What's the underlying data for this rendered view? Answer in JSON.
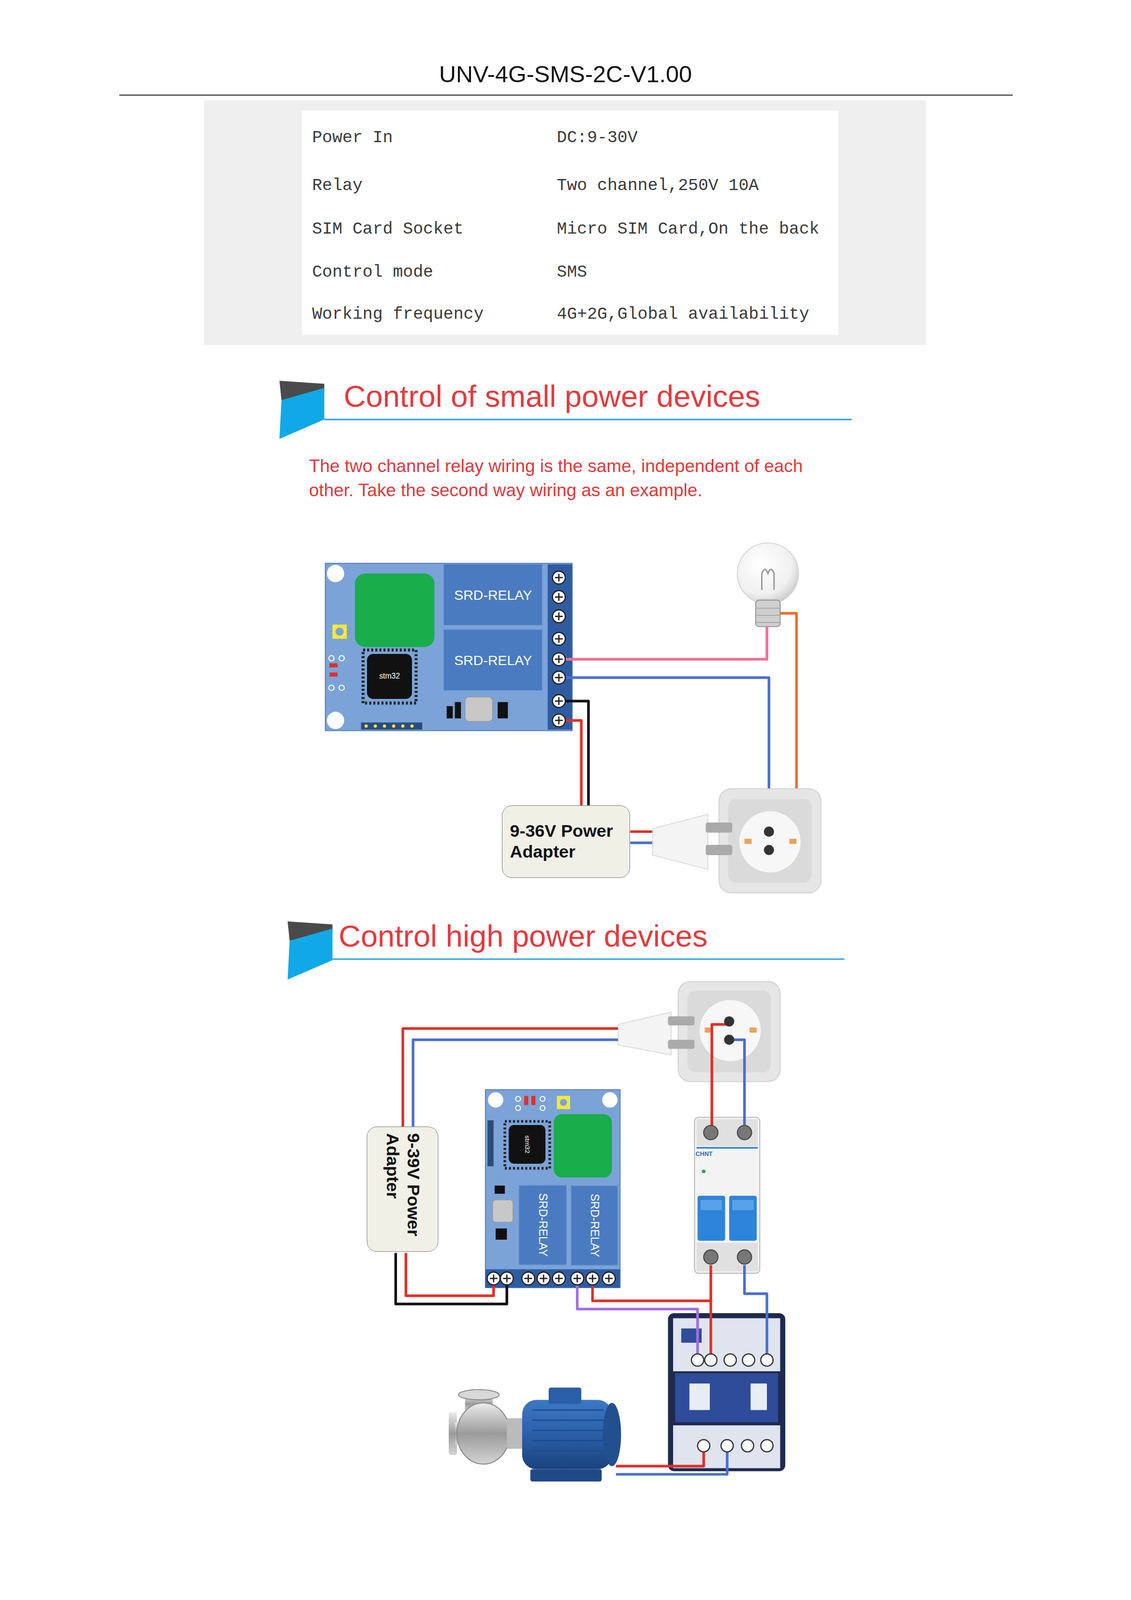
{
  "diagram": {
    "title": "UNV-4G-SMS-2C-V1.00",
    "nodes": [
      {
        "text": [
          "SRD-RELAY"
        ]
      },
      {
        "text": [
          "SRD-RELAY"
        ]
      },
      {
        "text": [
          "stm32"
        ]
      },
      {
        "text": [
          "9-36V Power Adapter"
        ]
      },
      {
        "text": [
          "stm32"
        ]
      },
      {
        "text": [
          "SRD-RELAY"
        ]
      },
      {
        "text": [
          "SRD-RELAY"
        ]
      },
      {
        "text": [
          "9-39V Power Adapter"
        ]
      }
    ],
    "labels": [
      "Power In",
      "DC:9-30V",
      "Relay",
      "Two channel,250V 10A",
      "SIM Card Socket",
      "Micro SIM Card,On the back",
      "Control mode",
      "SMS",
      "Working frequency",
      "4G+2G,Global availability",
      "Control of small power devices",
      "The two channel relay wiring is the same, independent of each other. Take the second way wiring as an example.",
      "Control high power devices",
      "CHNT"
    ]
  }
}
